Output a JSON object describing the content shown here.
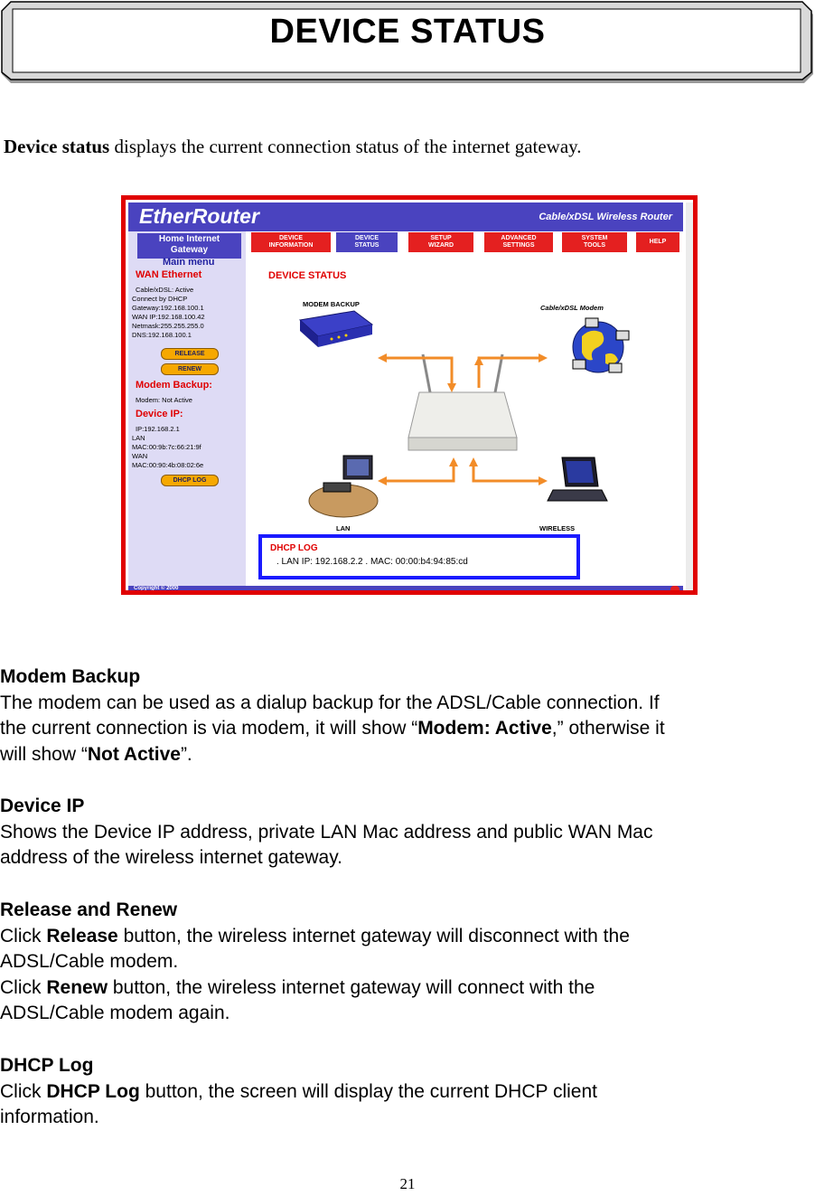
{
  "banner": {
    "title": "DEVICE STATUS"
  },
  "intro": {
    "bold": "Device status",
    "rest": " displays the current connection status of the internet gateway."
  },
  "screenshot": {
    "brand": "EtherRouter",
    "brand_sub": "Cable/xDSL  Wireless  Router",
    "side_header": [
      "Home Internet",
      "Gateway"
    ],
    "main_menu": "Main menu",
    "wan_heading": "WAN Ethernet",
    "wan_lines": [
      "Cable/xDSL: Active",
      "Connect by DHCP",
      "Gateway:192.168.100.1",
      "WAN IP:192.168.100.42",
      "Netmask:255.255.255.0",
      "DNS:192.168.100.1"
    ],
    "release_label": "RELEASE",
    "renew_label": "RENEW",
    "modem_heading": "Modem Backup:",
    "modem_line": "Modem: Not Active",
    "device_heading": "Device IP:",
    "device_lines": [
      "IP:192.168.2.1",
      "LAN",
      "MAC:00:9b:7c:66:21:9f",
      "WAN",
      "MAC:00:90:4b:08:02:6e"
    ],
    "dhcp_log_button": "DHCP LOG",
    "nav": [
      {
        "line1": "DEVICE",
        "line2": "INFORMATION"
      },
      {
        "line1": "DEVICE",
        "line2": "STATUS"
      },
      {
        "line1": "SETUP",
        "line2": "WIZARD"
      },
      {
        "line1": "ADVANCED",
        "line2": "SETTINGS"
      },
      {
        "line1": "SYSTEM",
        "line2": "TOOLS"
      },
      {
        "line1": "HELP",
        "line2": ""
      }
    ],
    "content_title": "DEVICE STATUS",
    "labels": {
      "modem_backup": "MODEM BACKUP",
      "cable_modem": "Cable/xDSL Modem",
      "lan": "LAN",
      "wireless": "WIRELESS"
    },
    "dhcp_title": "DHCP LOG",
    "dhcp_value": ". LAN IP:  192.168.2.2  . MAC:  00:00:b4:94:85:cd",
    "copyright": "Copyright © 2000",
    "colors": {
      "frame": "#e00000",
      "highlight": "#1a1aff",
      "brand": "#4a43bf"
    }
  },
  "sections": [
    {
      "heading": "Modem Backup",
      "runs": [
        {
          "t": "The modem can be used as a dialup backup for the ADSL/Cable connection.  If",
          "b": false,
          "br": true
        },
        {
          "t": "the current connection is via modem, it will show “",
          "b": false
        },
        {
          "t": "Modem: Active",
          "b": true
        },
        {
          "t": ",” otherwise it",
          "b": false,
          "br": true
        },
        {
          "t": "will show “",
          "b": false
        },
        {
          "t": "Not Active",
          "b": true
        },
        {
          "t": "”.",
          "b": false
        }
      ]
    },
    {
      "heading": "Device IP",
      "runs": [
        {
          "t": "Shows the Device IP address, private LAN Mac address and public WAN Mac",
          "b": false,
          "br": true
        },
        {
          "t": "address of the wireless internet gateway.",
          "b": false
        }
      ]
    },
    {
      "heading": "Release and Renew",
      "runs": [
        {
          "t": "Click ",
          "b": false
        },
        {
          "t": "Release",
          "b": true
        },
        {
          "t": " button, the wireless internet gateway will disconnect with the",
          "b": false,
          "br": true
        },
        {
          "t": "ADSL/Cable modem.",
          "b": false,
          "br": true
        },
        {
          "t": "Click ",
          "b": false
        },
        {
          "t": "Renew",
          "b": true
        },
        {
          "t": " button, the wireless internet gateway will connect with the",
          "b": false,
          "br": true
        },
        {
          "t": "ADSL/Cable modem again.",
          "b": false
        }
      ]
    },
    {
      "heading": "DHCP Log",
      "runs": [
        {
          "t": "Click ",
          "b": false
        },
        {
          "t": "DHCP Log",
          "b": true
        },
        {
          "t": " button, the screen will display the current DHCP client",
          "b": false,
          "br": true
        },
        {
          "t": "information.",
          "b": false
        }
      ]
    }
  ],
  "page_number": "21"
}
